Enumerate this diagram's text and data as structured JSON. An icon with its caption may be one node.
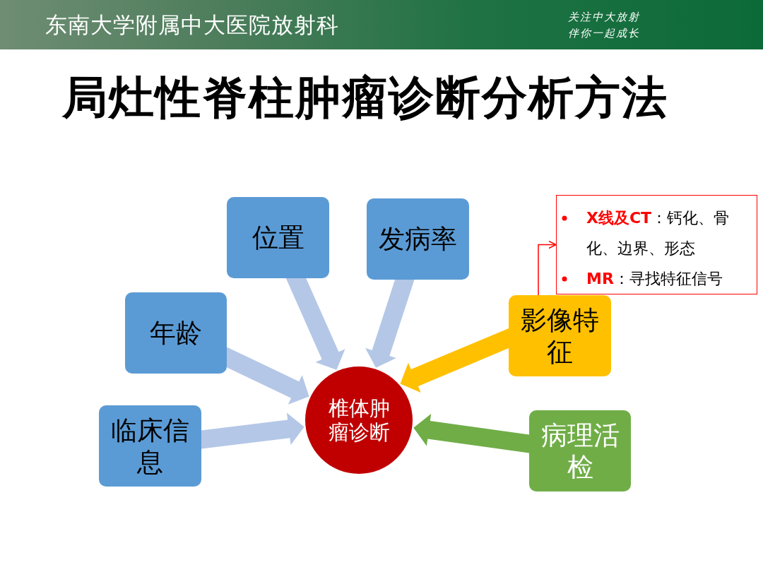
{
  "diagram": {
    "title": "局灶性脊柱肿瘤诊断分析方法",
    "nodes": [
      {
        "text": [
          "位置"
        ]
      },
      {
        "text": [
          "发病率"
        ]
      },
      {
        "text": [
          "**X线及CT**：钙化、骨化、边界、形态",
          "**MR**：寻找特征信号"
        ]
      },
      {
        "text": [
          "年龄"
        ]
      },
      {
        "text": [
          "影像特征"
        ]
      },
      {
        "text": [
          "椎体肿瘤诊断"
        ]
      },
      {
        "text": [
          "临床信息"
        ]
      },
      {
        "text": [
          "病理活检"
        ]
      }
    ],
    "edges": [
      {
        "from": 0,
        "to": 5,
        "arrow": "to"
      },
      {
        "from": 1,
        "to": 5,
        "arrow": "to"
      },
      {
        "from": 4,
        "to": 2,
        "arrow": "to",
        "color": "#ff0000"
      },
      {
        "from": 3,
        "to": 5,
        "arrow": "to"
      },
      {
        "from": 4,
        "to": 5,
        "arrow": "to",
        "color": "#ffc000"
      },
      {
        "from": 6,
        "to": 5,
        "arrow": "to"
      },
      {
        "from": 7,
        "to": 5,
        "arrow": "to",
        "color": "#70ad47"
      }
    ],
    "labels": [
      "东南大学附属中大医院放射科",
      "关注中大放射伴你一起成长"
    ]
  }
}
